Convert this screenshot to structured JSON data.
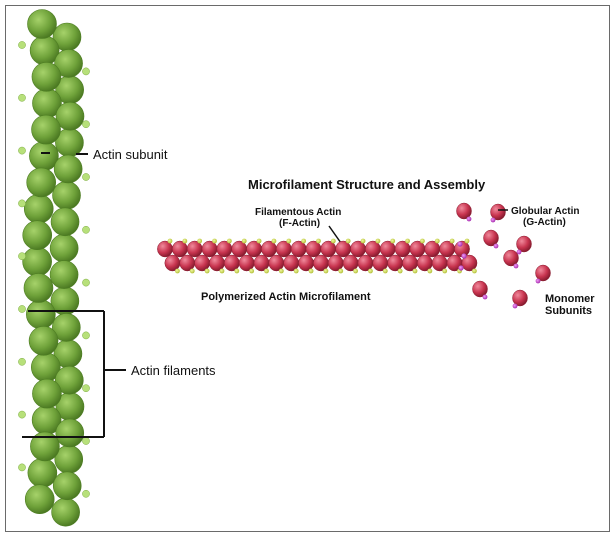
{
  "figure": {
    "title": "Microfilament Structure and Assembly",
    "labels": {
      "actin_subunit": "Actin subunit",
      "actin_filaments": "Actin filaments",
      "filamentous_actin_line1": "Filamentous Actin",
      "filamentous_actin_line2": "(F-Actin)",
      "globular_actin_line1": "Globular Actin",
      "globular_actin_line2": "(G-Actin)",
      "polymerized": "Polymerized Actin Microfilament",
      "monomer_line1": "Monomer",
      "monomer_line2": "Subunits"
    }
  },
  "colors": {
    "green_subunit": "#6fa23a",
    "green_dark": "#4d7d22",
    "green_highlight": "#a6d26a",
    "nub": "#b7e07a",
    "red_subunit": "#c8344f",
    "red_dark": "#8c1f33",
    "red_highlight": "#f08a9c",
    "yellow_bead": "#d4e04a",
    "magenta_bead": "#c23ccc",
    "frame_border": "#6a6a6a"
  }
}
